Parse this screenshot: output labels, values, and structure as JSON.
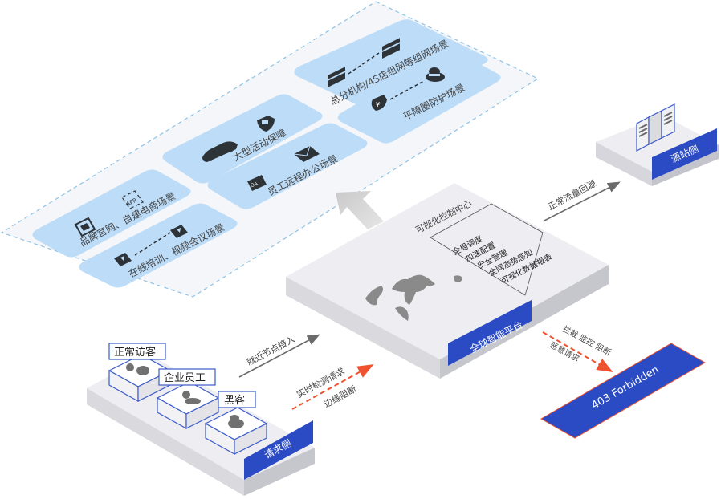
{
  "scenarios_panel": {
    "cards": [
      {
        "id": "branch-network",
        "label": "总分机构/4S店组网等组网场景",
        "icons": [
          "store-icon",
          "store-icon"
        ]
      },
      {
        "id": "anti-fraud",
        "label": "平障圈防护场景",
        "icons": [
          "yen-shield-icon",
          "hacker-icon"
        ]
      },
      {
        "id": "big-event",
        "label": "大型活动保障",
        "icons": [
          "car-icon",
          "shield-icon"
        ]
      },
      {
        "id": "remote-office",
        "label": "员工远程办公场景",
        "icons": [
          "oa-icon",
          "mail-icon"
        ]
      },
      {
        "id": "brand-site",
        "label": "品牌官网、自建电商场景",
        "icons": [
          "monitor-icon",
          "app-icon"
        ]
      },
      {
        "id": "online-training",
        "label": "在线培训、视频会议场景",
        "icons": [
          "video-icon",
          "video-icon"
        ]
      }
    ]
  },
  "platform": {
    "title": "可视化控制中心",
    "features": [
      "全局调度",
      "加速配置",
      "安全管理",
      "全网态势感知",
      "可视化数据报表"
    ],
    "badge": "全球智能平台",
    "map_icon": "world-map-icon"
  },
  "origin": {
    "badge": "源站侧",
    "icon": "server-icon"
  },
  "requester": {
    "badge": "请求侧",
    "users": [
      {
        "label": "正常访客",
        "icon": "visitor-icon"
      },
      {
        "label": "企业员工",
        "icon": "employee-icon"
      },
      {
        "label": "黑客",
        "icon": "hacker-icon"
      }
    ]
  },
  "flows": {
    "to_origin": "正常流量回源",
    "access": "就近节点接入",
    "detect_line1": "实时检测请求",
    "detect_line2": "边缘阻断",
    "block_line1": "拦截  监控  阻断",
    "block_line2": "恶意请求"
  },
  "forbidden": {
    "label": "403 Forbidden"
  },
  "colors": {
    "brand_blue": "#2b4bc4",
    "card_blue": "#bcdcf8",
    "panel_bg": "#f4f6f9",
    "alert_red": "#f0522f"
  }
}
